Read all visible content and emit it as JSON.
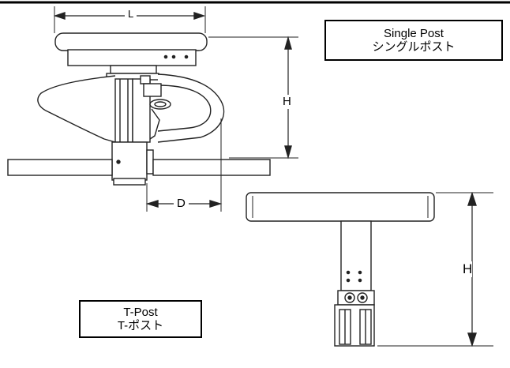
{
  "labels": {
    "single_post_en": "Single Post",
    "single_post_ja": "シングルポスト",
    "t_post_en": "T-Post",
    "t_post_ja": "T-ポスト"
  },
  "dimensions": {
    "length": "L",
    "height_single": "H",
    "depth": "D",
    "height_t": "H"
  }
}
